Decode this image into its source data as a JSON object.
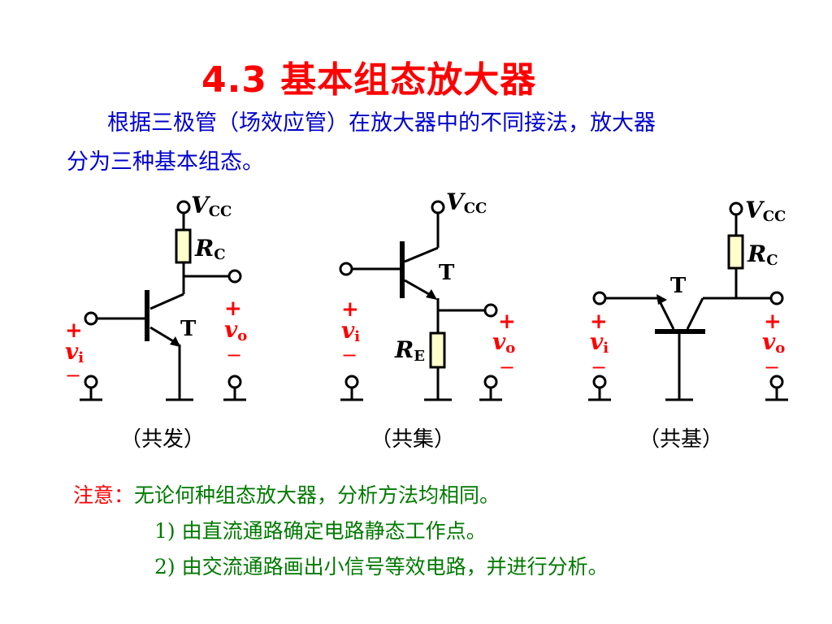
{
  "title": "4.3  基本组态放大器",
  "intro": {
    "line1": "根据三极管（场效应管）在放大器中的不同接法，放大器",
    "line2": "分为三种基本组态。"
  },
  "circuits": {
    "vcc_v": "V",
    "vcc_sub": "CC",
    "r_letter": "R",
    "rc_sub": "C",
    "re_sub": "E",
    "transistor": "T",
    "v_letter": "v",
    "vi_sub": "i",
    "vo_sub": "o",
    "plus": "+",
    "minus": "−"
  },
  "captions": {
    "ce": "（共发）",
    "cc": "（共集）",
    "cb": "（共基）"
  },
  "note": {
    "label": "注意：",
    "line1": "无论何种组态放大器，分析方法均相同。",
    "line2": "1) 由直流通路确定电路静态工作点。",
    "line3": "2) 由交流通路画出小信号等效电路，并进行分析。"
  },
  "colors": {
    "title": "#ff0000",
    "intro": "#0000cc",
    "note": "#007a00",
    "polarity": "#ff0000",
    "resistor_fill": "#ffffcc"
  }
}
